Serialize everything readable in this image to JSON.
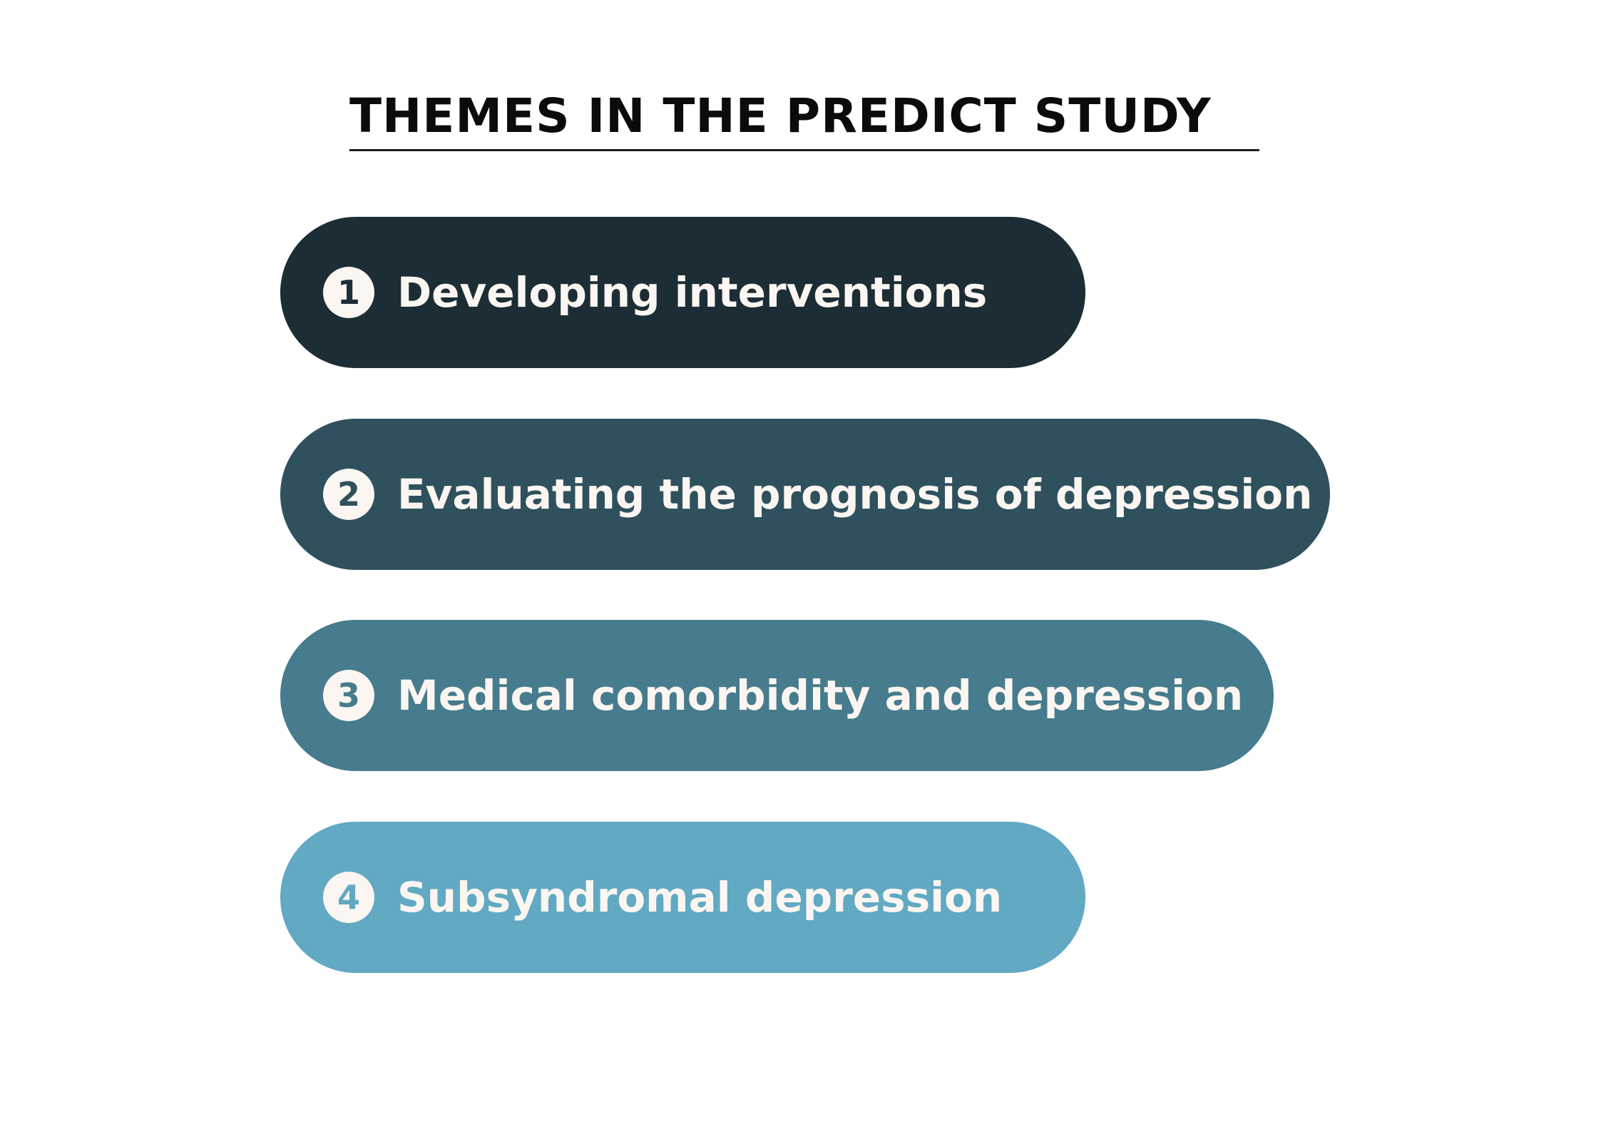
{
  "title": "THEMES IN THE PREDICT STUDY",
  "themes": [
    {
      "number": "1",
      "label": "Developing interventions",
      "color": "#1c2d35"
    },
    {
      "number": "2",
      "label": "Evaluating the prognosis of depression",
      "color": "#2f515e"
    },
    {
      "number": "3",
      "label": "Medical comorbidity and depression",
      "color": "#467c8d"
    },
    {
      "number": "4",
      "label": "Subsyndromal depression",
      "color": "#62a9c3"
    }
  ],
  "colors": {
    "badge_fill": "#fbf6f1",
    "text_light": "#fbf6f1",
    "title_text": "#0b0b0b",
    "background": "#ffffff"
  }
}
